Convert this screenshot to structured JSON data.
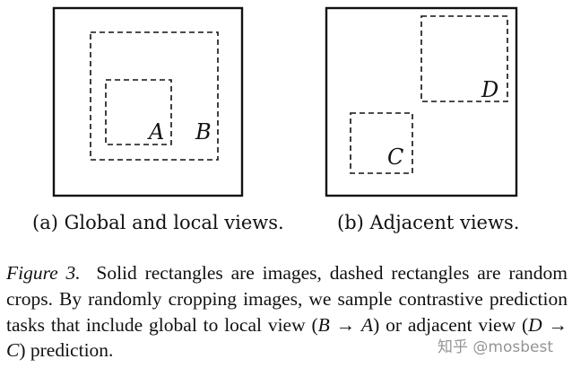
{
  "panel_a": {
    "crop_a_label": "A",
    "crop_b_label": "B",
    "subcaption": "(a) Global and local views."
  },
  "panel_b": {
    "crop_c_label": "C",
    "crop_d_label": "D",
    "subcaption": "(b) Adjacent views."
  },
  "caption": {
    "figure_label": "Figure 3.",
    "text_1": "Solid rectangles are images, dashed rectangles are random crops. By randomly cropping images, we sample contrastive prediction tasks that include global to local view (",
    "var_b": "B",
    "arrow_1": " → ",
    "var_a": "A",
    "text_2": ") or adjacent view (",
    "var_d": "D",
    "arrow_2": " → ",
    "var_c": "C",
    "text_3": ") prediction."
  },
  "watermark": "知乎 @mosbest"
}
